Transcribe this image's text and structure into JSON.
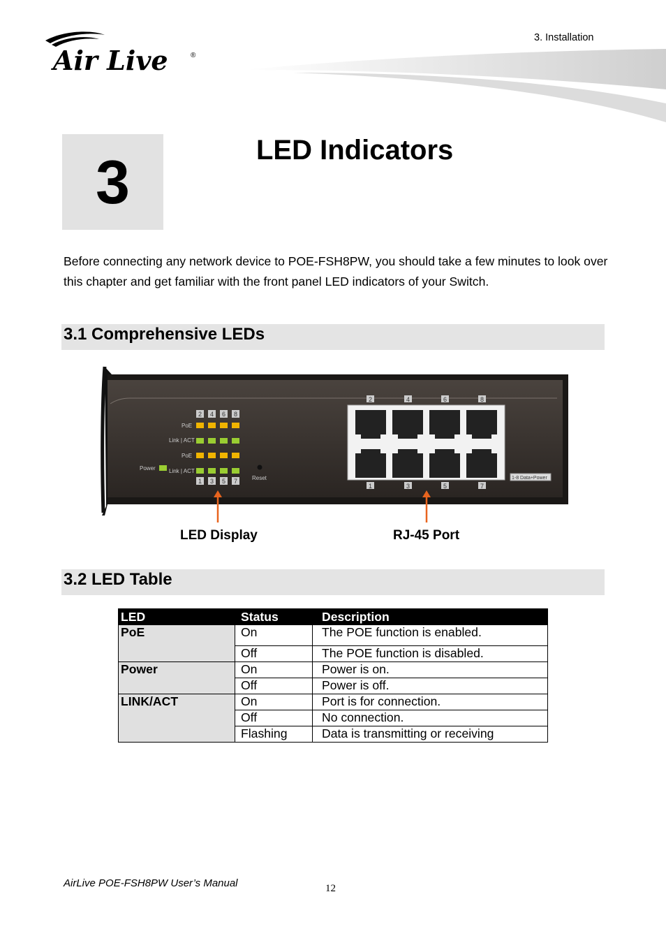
{
  "header": {
    "chapter_ref": "3.  Installation",
    "logo_text": "Air Live",
    "logo_reg": "®"
  },
  "chapter": {
    "number": "3",
    "title": "LED Indicators"
  },
  "intro": "Before connecting any network device to POE-FSH8PW, you should take a few minutes to look over this chapter and get familiar with the front panel LED indicators of your Switch.",
  "section1": {
    "title": "3.1 Comprehensive LEDs",
    "figure": {
      "top_port_numbers": [
        "2",
        "4",
        "6",
        "8"
      ],
      "bottom_port_numbers": [
        "1",
        "3",
        "5",
        "7"
      ],
      "row_labels": [
        "PoE",
        "Link | ACT",
        "PoE",
        "Link | ACT"
      ],
      "power_label": "Power",
      "reset_label": "Reset",
      "port_caption": "1-8 Data+Power",
      "callout_led": "LED Display",
      "callout_port": "RJ-45 Port"
    }
  },
  "section2": {
    "title": "3.2 LED Table",
    "table": {
      "headers": [
        "LED",
        "Status",
        "Description"
      ],
      "groups": [
        {
          "led": "PoE",
          "rows": [
            {
              "status": "On",
              "description": "The POE function is enabled."
            },
            {
              "status": "Off",
              "description": "The POE function is disabled."
            }
          ]
        },
        {
          "led": "Power",
          "rows": [
            {
              "status": "On",
              "description": "Power is on."
            },
            {
              "status": "Off",
              "description": "Power is off."
            }
          ]
        },
        {
          "led": "LINK/ACT",
          "rows": [
            {
              "status": "On",
              "description": "Port is for connection."
            },
            {
              "status": "Off",
              "description": "No connection."
            },
            {
              "status": "Flashing",
              "description": "Data is transmitting or receiving"
            }
          ]
        }
      ]
    }
  },
  "footer": {
    "manual": "AirLive POE-FSH8PW User’s Manual",
    "page": "12"
  },
  "colors": {
    "section_bar": "#e4e4e4",
    "chapter_box": "#e2e2e2",
    "led_amber": "#f0b400",
    "led_green": "#9acd32",
    "callout_arrow": "#e8641e",
    "panel_body": "#3a3430"
  }
}
